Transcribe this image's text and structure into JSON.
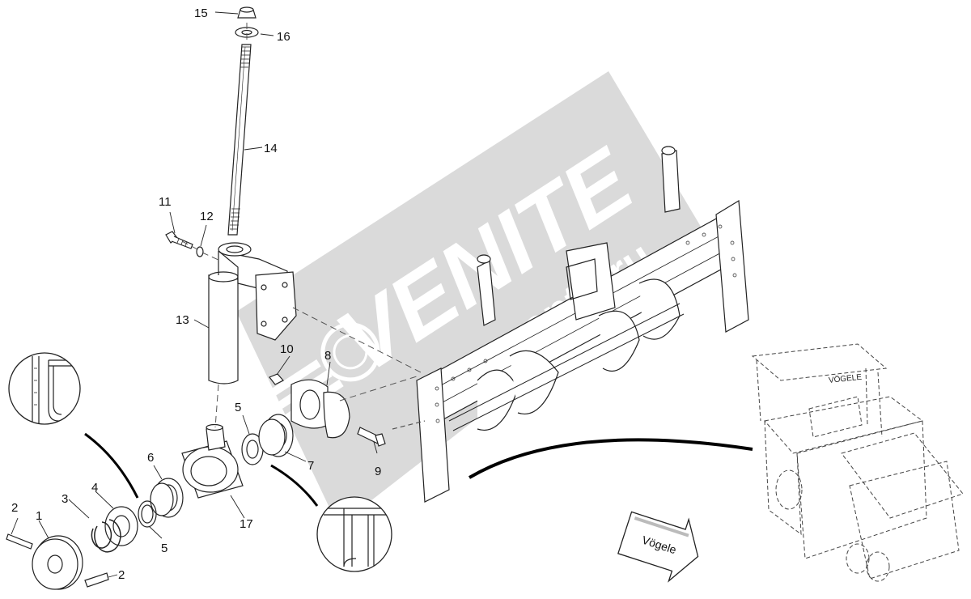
{
  "callouts": {
    "c1": "1",
    "c2a": "2",
    "c2b": "2",
    "c3": "3",
    "c4": "4",
    "c5a": "5",
    "c5b": "5",
    "c6": "6",
    "c7": "7",
    "c8": "8",
    "c9": "9",
    "c10": "10",
    "c11": "11",
    "c12": "12",
    "c13": "13",
    "c14": "14",
    "c15": "15",
    "c16": "16",
    "c17": "17"
  },
  "machine_label": "VÖGELE",
  "direction_arrow_label": "Vögele",
  "watermark": {
    "brand": "VENITE",
    "sub": "movente.ru",
    "color": "#b7b7b7"
  },
  "colors": {
    "line": "#222222",
    "dash": "#555555",
    "watermark": "#b0b0b0"
  }
}
